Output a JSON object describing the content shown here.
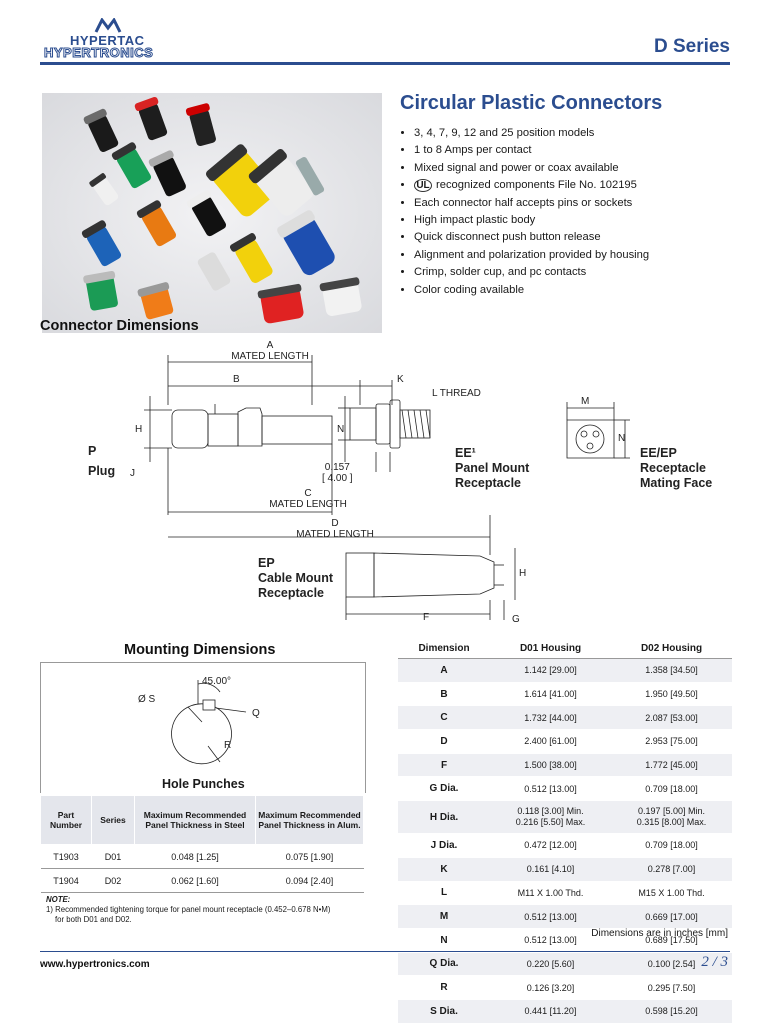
{
  "header": {
    "logo_line1": "HYPERTAC",
    "logo_line2": "HYPERTRONICS",
    "series": "D Series"
  },
  "product": {
    "title": "Circular Plastic Connectors",
    "features": [
      "3, 4, 7, 9, 12 and 25 position models",
      "1 to 8 Amps per contact",
      "Mixed signal and power or coax available",
      "recognized components File No. 102195",
      "Each connector half accepts pins or sockets",
      "High impact plastic body",
      "Quick disconnect push button release",
      "Alignment and polarization provided by housing",
      "Crimp, solder cup, and pc contacts",
      "Color coding available"
    ],
    "ul_mark": "UL"
  },
  "connector_dimensions": {
    "title": "Connector Dimensions",
    "labels": {
      "a_mated": "A\nMATED LENGTH",
      "a": "A",
      "mated_length": "MATED LENGTH",
      "b": "B",
      "k": "K",
      "l_thread": "L THREAD",
      "m": "M",
      "h": "H",
      "n": "N",
      "p": "P",
      "plug": "Plug",
      "j": "J",
      "dim_0157": "0.157",
      "dim_400": "[ 4.00 ]",
      "c": "C",
      "d": "D",
      "ee_line1": "EE¹",
      "ee_line2": "Panel Mount",
      "ee_line3": "Receptacle",
      "eeep_line1": "EE/EP",
      "eeep_line2": "Receptacle",
      "eeep_line3": "Mating Face",
      "ep_line1": "EP",
      "ep_line2": "Cable Mount",
      "ep_line3": "Receptacle",
      "f": "F",
      "g": "G",
      "h2": "H"
    }
  },
  "mounting": {
    "title": "Mounting Dimensions",
    "angle": "45.00°",
    "s": "Ø S",
    "q": "Q",
    "r": "R"
  },
  "hole_punches": {
    "title": "Hole Punches",
    "headers": [
      "Part Number",
      "Series",
      "Maximum Recommended Panel Thickness in Steel",
      "Maximum Recommended Panel Thickness in Alum."
    ],
    "rows": [
      [
        "T1903",
        "D01",
        "0.048 [1.25]",
        "0.075 [1.90]"
      ],
      [
        "T1904",
        "D02",
        "0.062 [1.60]",
        "0.094 [2.40]"
      ]
    ]
  },
  "note": {
    "label": "NOTE:",
    "text1": "1) Recommended tightening torque for panel mount receptacle (0.452–0.678 N•M)",
    "text2": "for both D01 and D02."
  },
  "dim_table": {
    "headers": [
      "Dimension",
      "D01 Housing",
      "D02 Housing"
    ],
    "rows": [
      [
        "A",
        "1.142 [29.00]",
        "1.358 [34.50]"
      ],
      [
        "B",
        "1.614 [41.00]",
        "1.950 [49.50]"
      ],
      [
        "C",
        "1.732 [44.00]",
        "2.087 [53.00]"
      ],
      [
        "D",
        "2.400 [61.00]",
        "2.953 [75.00]"
      ],
      [
        "F",
        "1.500 [38.00]",
        "1.772 [45.00]"
      ],
      [
        "G Dia.",
        "0.512 [13.00]",
        "0.709 [18.00]"
      ],
      [
        "H Dia.",
        "0.118 [3.00] Min.\n0.216 [5.50] Max.",
        "0.197 [5.00] Min.\n0.315 [8.00] Max."
      ],
      [
        "J Dia.",
        "0.472 [12.00]",
        "0.709 [18.00]"
      ],
      [
        "K",
        "0.161 [4.10]",
        "0.278 [7.00]"
      ],
      [
        "L",
        "M11 X 1.00 Thd.",
        "M15 X 1.00 Thd."
      ],
      [
        "M",
        "0.512 [13.00]",
        "0.669 [17.00]"
      ],
      [
        "N",
        "0.512 [13.00]",
        "0.689 [17.50]"
      ],
      [
        "Q Dia.",
        "0.220 [5.60]",
        "0.100 [2.54]"
      ],
      [
        "R",
        "0.126 [3.20]",
        "0.295 [7.50]"
      ],
      [
        "S Dia.",
        "0.441 [11.20]",
        "0.598 [15.20]"
      ]
    ],
    "units_note": "Dimensions are in inches [mm]"
  },
  "footer": {
    "url": "www.hypertronics.com",
    "page": "2 / 3"
  },
  "colors": {
    "brand_blue": "#2b4d8f"
  }
}
